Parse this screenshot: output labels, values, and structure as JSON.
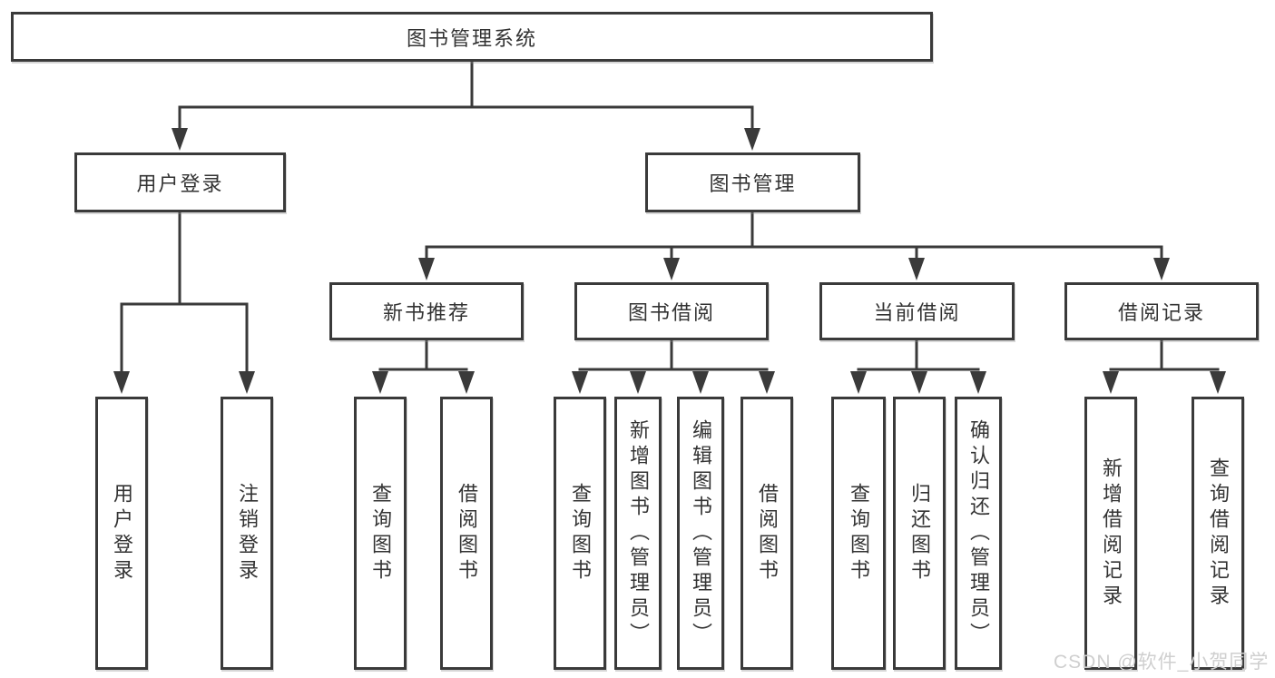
{
  "colors": {
    "line": "#3a3a3a",
    "box_border": "#3a3a3a",
    "text": "#333333",
    "background": "#ffffff",
    "watermark": "#cfcfcf"
  },
  "watermark": {
    "text": "CSDN @软件_小贺同学"
  },
  "tree": {
    "root": {
      "label": "图书管理系统",
      "children": [
        {
          "label": "用户登录",
          "children": [
            {
              "label": "用户登录"
            },
            {
              "label": "注销登录"
            }
          ]
        },
        {
          "label": "图书管理",
          "children": [
            {
              "label": "新书推荐",
              "children": [
                {
                  "label": "查询图书"
                },
                {
                  "label": "借阅图书"
                }
              ]
            },
            {
              "label": "图书借阅",
              "children": [
                {
                  "label": "查询图书"
                },
                {
                  "label": "新增图书（管理员）"
                },
                {
                  "label": "编辑图书（管理员）"
                },
                {
                  "label": "借阅图书"
                }
              ]
            },
            {
              "label": "当前借阅",
              "children": [
                {
                  "label": "查询图书"
                },
                {
                  "label": "归还图书"
                },
                {
                  "label": "确认归还（管理员）"
                }
              ]
            },
            {
              "label": "借阅记录",
              "children": [
                {
                  "label": "新增借阅记录"
                },
                {
                  "label": "查询借阅记录"
                }
              ]
            }
          ]
        }
      ]
    }
  }
}
